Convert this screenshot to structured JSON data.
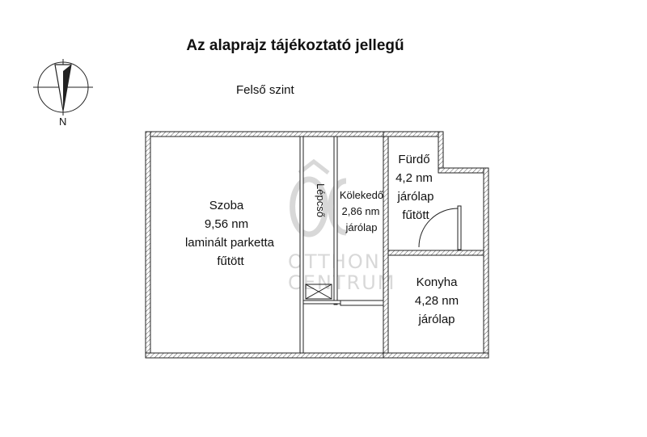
{
  "title": "Az alaprajz tájékoztató jellegű",
  "level": "Felső szint",
  "compass": {
    "north_label": "N"
  },
  "watermark": {
    "logo": "OC",
    "line1": "OTTHON",
    "line2": "CENTRUM"
  },
  "rooms": {
    "szoba": {
      "name": "Szoba",
      "area": "9,56 nm",
      "floor": "laminált parketta",
      "heating": "fűtött"
    },
    "lepcso": {
      "name": "Lépcső"
    },
    "kozlekedo": {
      "name": "Kölekedő",
      "area": "2,86 nm",
      "floor": "járólap"
    },
    "furdo": {
      "name": "Fürdő",
      "area": "4,2 nm",
      "floor": "járólap",
      "heating": "fűtött"
    },
    "konyha": {
      "name": "Konyha",
      "area": "4,28 nm",
      "floor": "járólap"
    }
  }
}
